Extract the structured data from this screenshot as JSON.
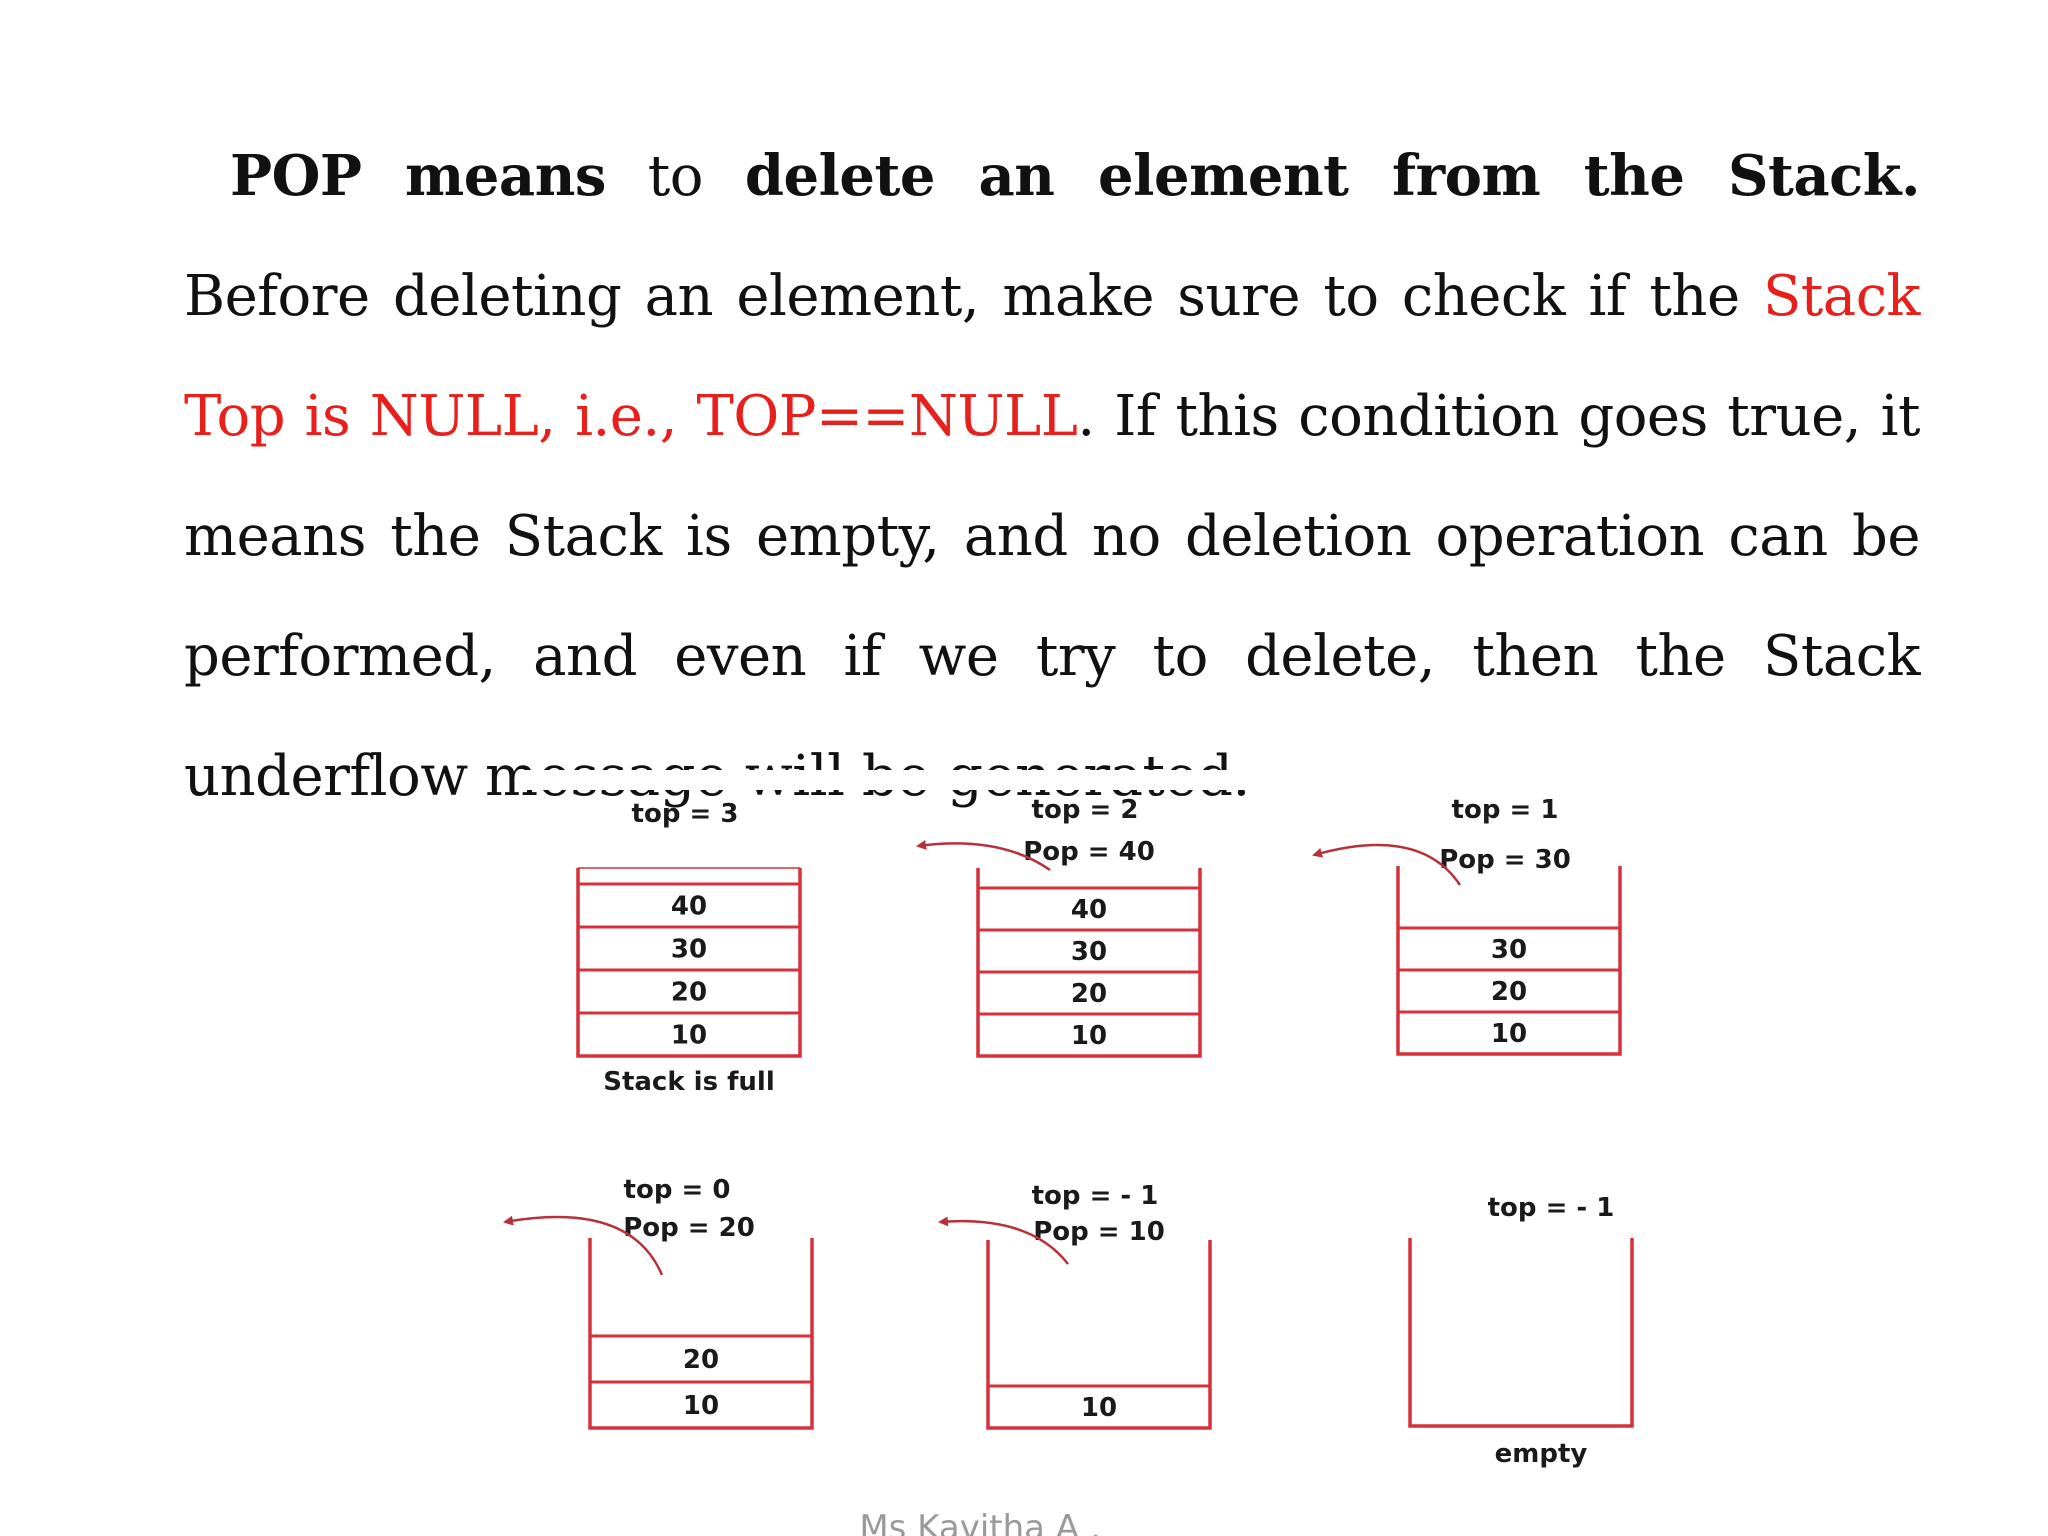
{
  "paragraph": {
    "b1": "POP means",
    "t1": " to ",
    "b2": "delete an element from the Stack.",
    "t2": " Before deleting an element, make sure to check if the ",
    "r1": "Stack Top is NULL, i.e., TOP==NULL",
    "t3": ". If this condition goes true, it means the Stack is empty, and no deletion operation can be performed, and even if we try to delete, then the Stack underflow message will be generated."
  },
  "colors": {
    "stack_border": "#d5303c",
    "highlight_text": "#e8201c",
    "arrow": "#b8303a"
  },
  "stacks": [
    {
      "top_label": "top = 3",
      "pop_label": "",
      "cells": [
        "40",
        "30",
        "20",
        "10"
      ],
      "caption": "Stack is full"
    },
    {
      "top_label": "top = 2",
      "pop_label": "Pop = 40",
      "cells": [
        "40",
        "30",
        "20",
        "10"
      ],
      "caption": ""
    },
    {
      "top_label": "top = 1",
      "pop_label": "Pop = 30",
      "cells": [
        "30",
        "20",
        "10"
      ],
      "caption": ""
    },
    {
      "top_label": "top = 0",
      "pop_label": "Pop = 20",
      "cells": [
        "20",
        "10"
      ],
      "caption": ""
    },
    {
      "top_label": "top = - 1",
      "pop_label": "Pop = 10",
      "cells": [
        "10"
      ],
      "caption": ""
    },
    {
      "top_label": "top = - 1",
      "pop_label": "",
      "cells": [],
      "caption": "empty"
    }
  ],
  "footer": "Ms Kavitha A , AP(SS)/ IT"
}
